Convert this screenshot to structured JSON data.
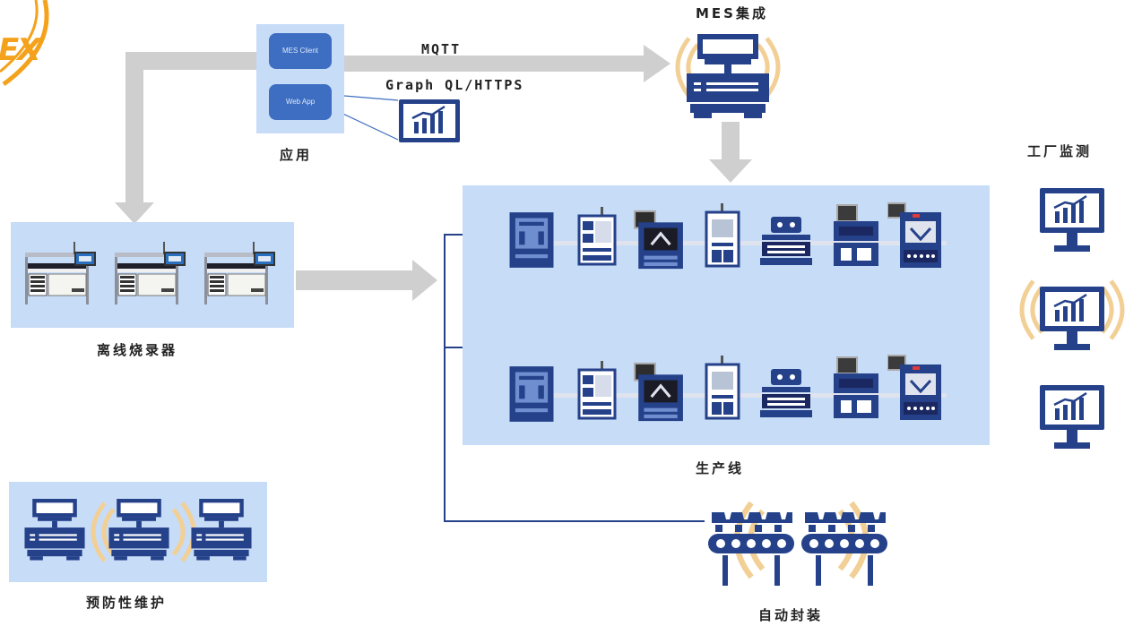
{
  "logo": {
    "text": "EX",
    "color": "#f4a21c"
  },
  "application": {
    "title": "应用",
    "buttons": [
      "MES Client",
      "Web App"
    ]
  },
  "mes": {
    "title": "MES集成"
  },
  "protocols": {
    "mqtt": "MQTT",
    "graphql": "Graph QL/HTTPS"
  },
  "offline_programmer": {
    "title": "离线烧录器"
  },
  "production_line": {
    "title": "生产线"
  },
  "auto_packaging": {
    "title": "自动封装"
  },
  "factory_monitoring": {
    "title": "工厂监测"
  },
  "predictive_maintenance": {
    "title": "预防性维护"
  },
  "colors": {
    "panel": "#c7dcf7",
    "arrow": "#cfcfcf",
    "navy": "#24418a",
    "wave": "#f2cf95",
    "accent": "#e03a3a"
  },
  "icons": [
    "monitor-chart-icon",
    "server-icon",
    "programmer-station-icon",
    "machine-icon",
    "conveyor-icon"
  ]
}
